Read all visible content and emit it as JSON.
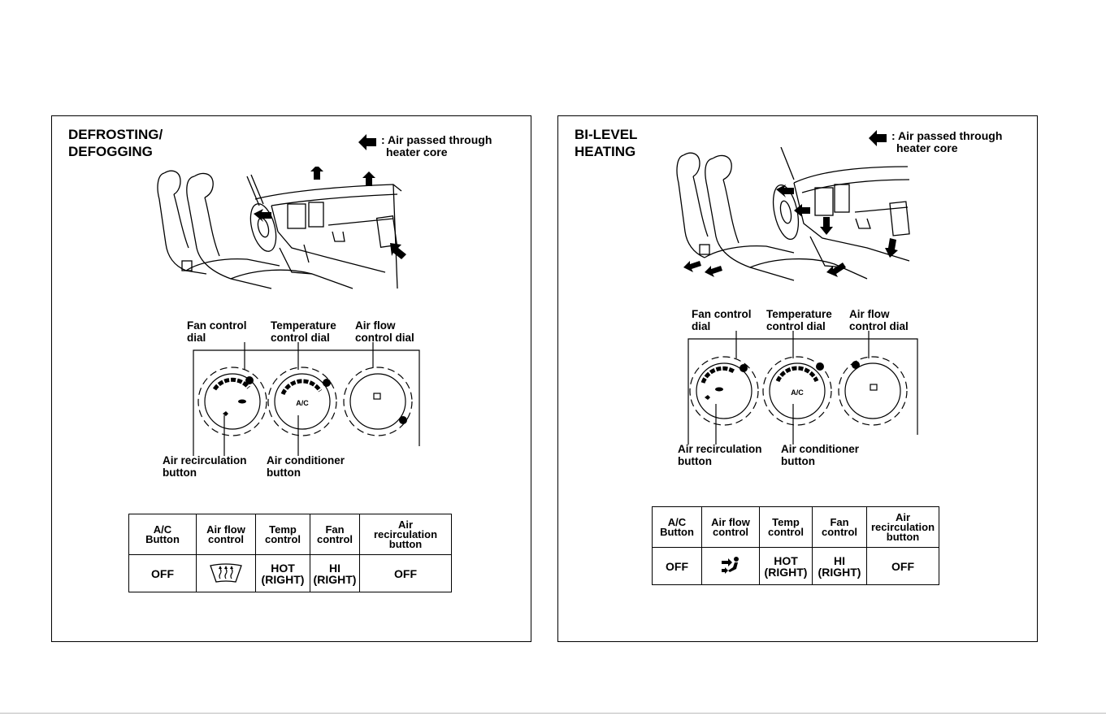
{
  "panels": [
    {
      "title_line1": "DEFROSTING/",
      "title_line2": "DEFOGGING",
      "legend_line1": ": Air passed through",
      "legend_line2": "heater core",
      "labels": {
        "fan_line1": "Fan control",
        "fan_line2": "dial",
        "temp_line1": "Temperature",
        "temp_line2": "control dial",
        "airflow_line1": "Air flow",
        "airflow_line2": "control dial",
        "recirc_line1": "Air recirculation",
        "recirc_line2": "button",
        "ac_line1": "Air conditioner",
        "ac_line2": "button"
      },
      "dial_text": "A/C",
      "table": {
        "headers": [
          {
            "l1": "A/C",
            "l2": "Button",
            "l3": ""
          },
          {
            "l1": "Air flow",
            "l2": "control",
            "l3": ""
          },
          {
            "l1": "Temp",
            "l2": "control",
            "l3": ""
          },
          {
            "l1": "Fan",
            "l2": "control",
            "l3": ""
          },
          {
            "l1": "Air",
            "l2": "recirculation",
            "l3": "button"
          }
        ],
        "values": [
          {
            "l1": "OFF",
            "l2": ""
          },
          {
            "l1": "",
            "l2": ""
          },
          {
            "l1": "HOT",
            "l2": "(RIGHT)"
          },
          {
            "l1": "HI",
            "l2": "(RIGHT)"
          },
          {
            "l1": "OFF",
            "l2": ""
          }
        ],
        "airflow_icon": "windshield-defrost-icon"
      }
    },
    {
      "title_line1": "BI-LEVEL",
      "title_line2": "HEATING",
      "legend_line1": ": Air passed through",
      "legend_line2": "heater core",
      "labels": {
        "fan_line1": "Fan control",
        "fan_line2": "dial",
        "temp_line1": "Temperature",
        "temp_line2": "control dial",
        "airflow_line1": "Air flow",
        "airflow_line2": "control dial",
        "recirc_line1": "Air recirculation",
        "recirc_line2": "button",
        "ac_line1": "Air conditioner",
        "ac_line2": "button"
      },
      "dial_text": "A/C",
      "table": {
        "headers": [
          {
            "l1": "A/C",
            "l2": "Button",
            "l3": ""
          },
          {
            "l1": "Air flow",
            "l2": "control",
            "l3": ""
          },
          {
            "l1": "Temp",
            "l2": "control",
            "l3": ""
          },
          {
            "l1": "Fan",
            "l2": "control",
            "l3": ""
          },
          {
            "l1": "Air",
            "l2": "recirculation",
            "l3": "button"
          }
        ],
        "values": [
          {
            "l1": "OFF",
            "l2": ""
          },
          {
            "l1": "",
            "l2": ""
          },
          {
            "l1": "HOT",
            "l2": "(RIGHT)"
          },
          {
            "l1": "HI",
            "l2": "(RIGHT)"
          },
          {
            "l1": "OFF",
            "l2": ""
          }
        ],
        "airflow_icon": "bi-level-vent-icon"
      }
    }
  ]
}
